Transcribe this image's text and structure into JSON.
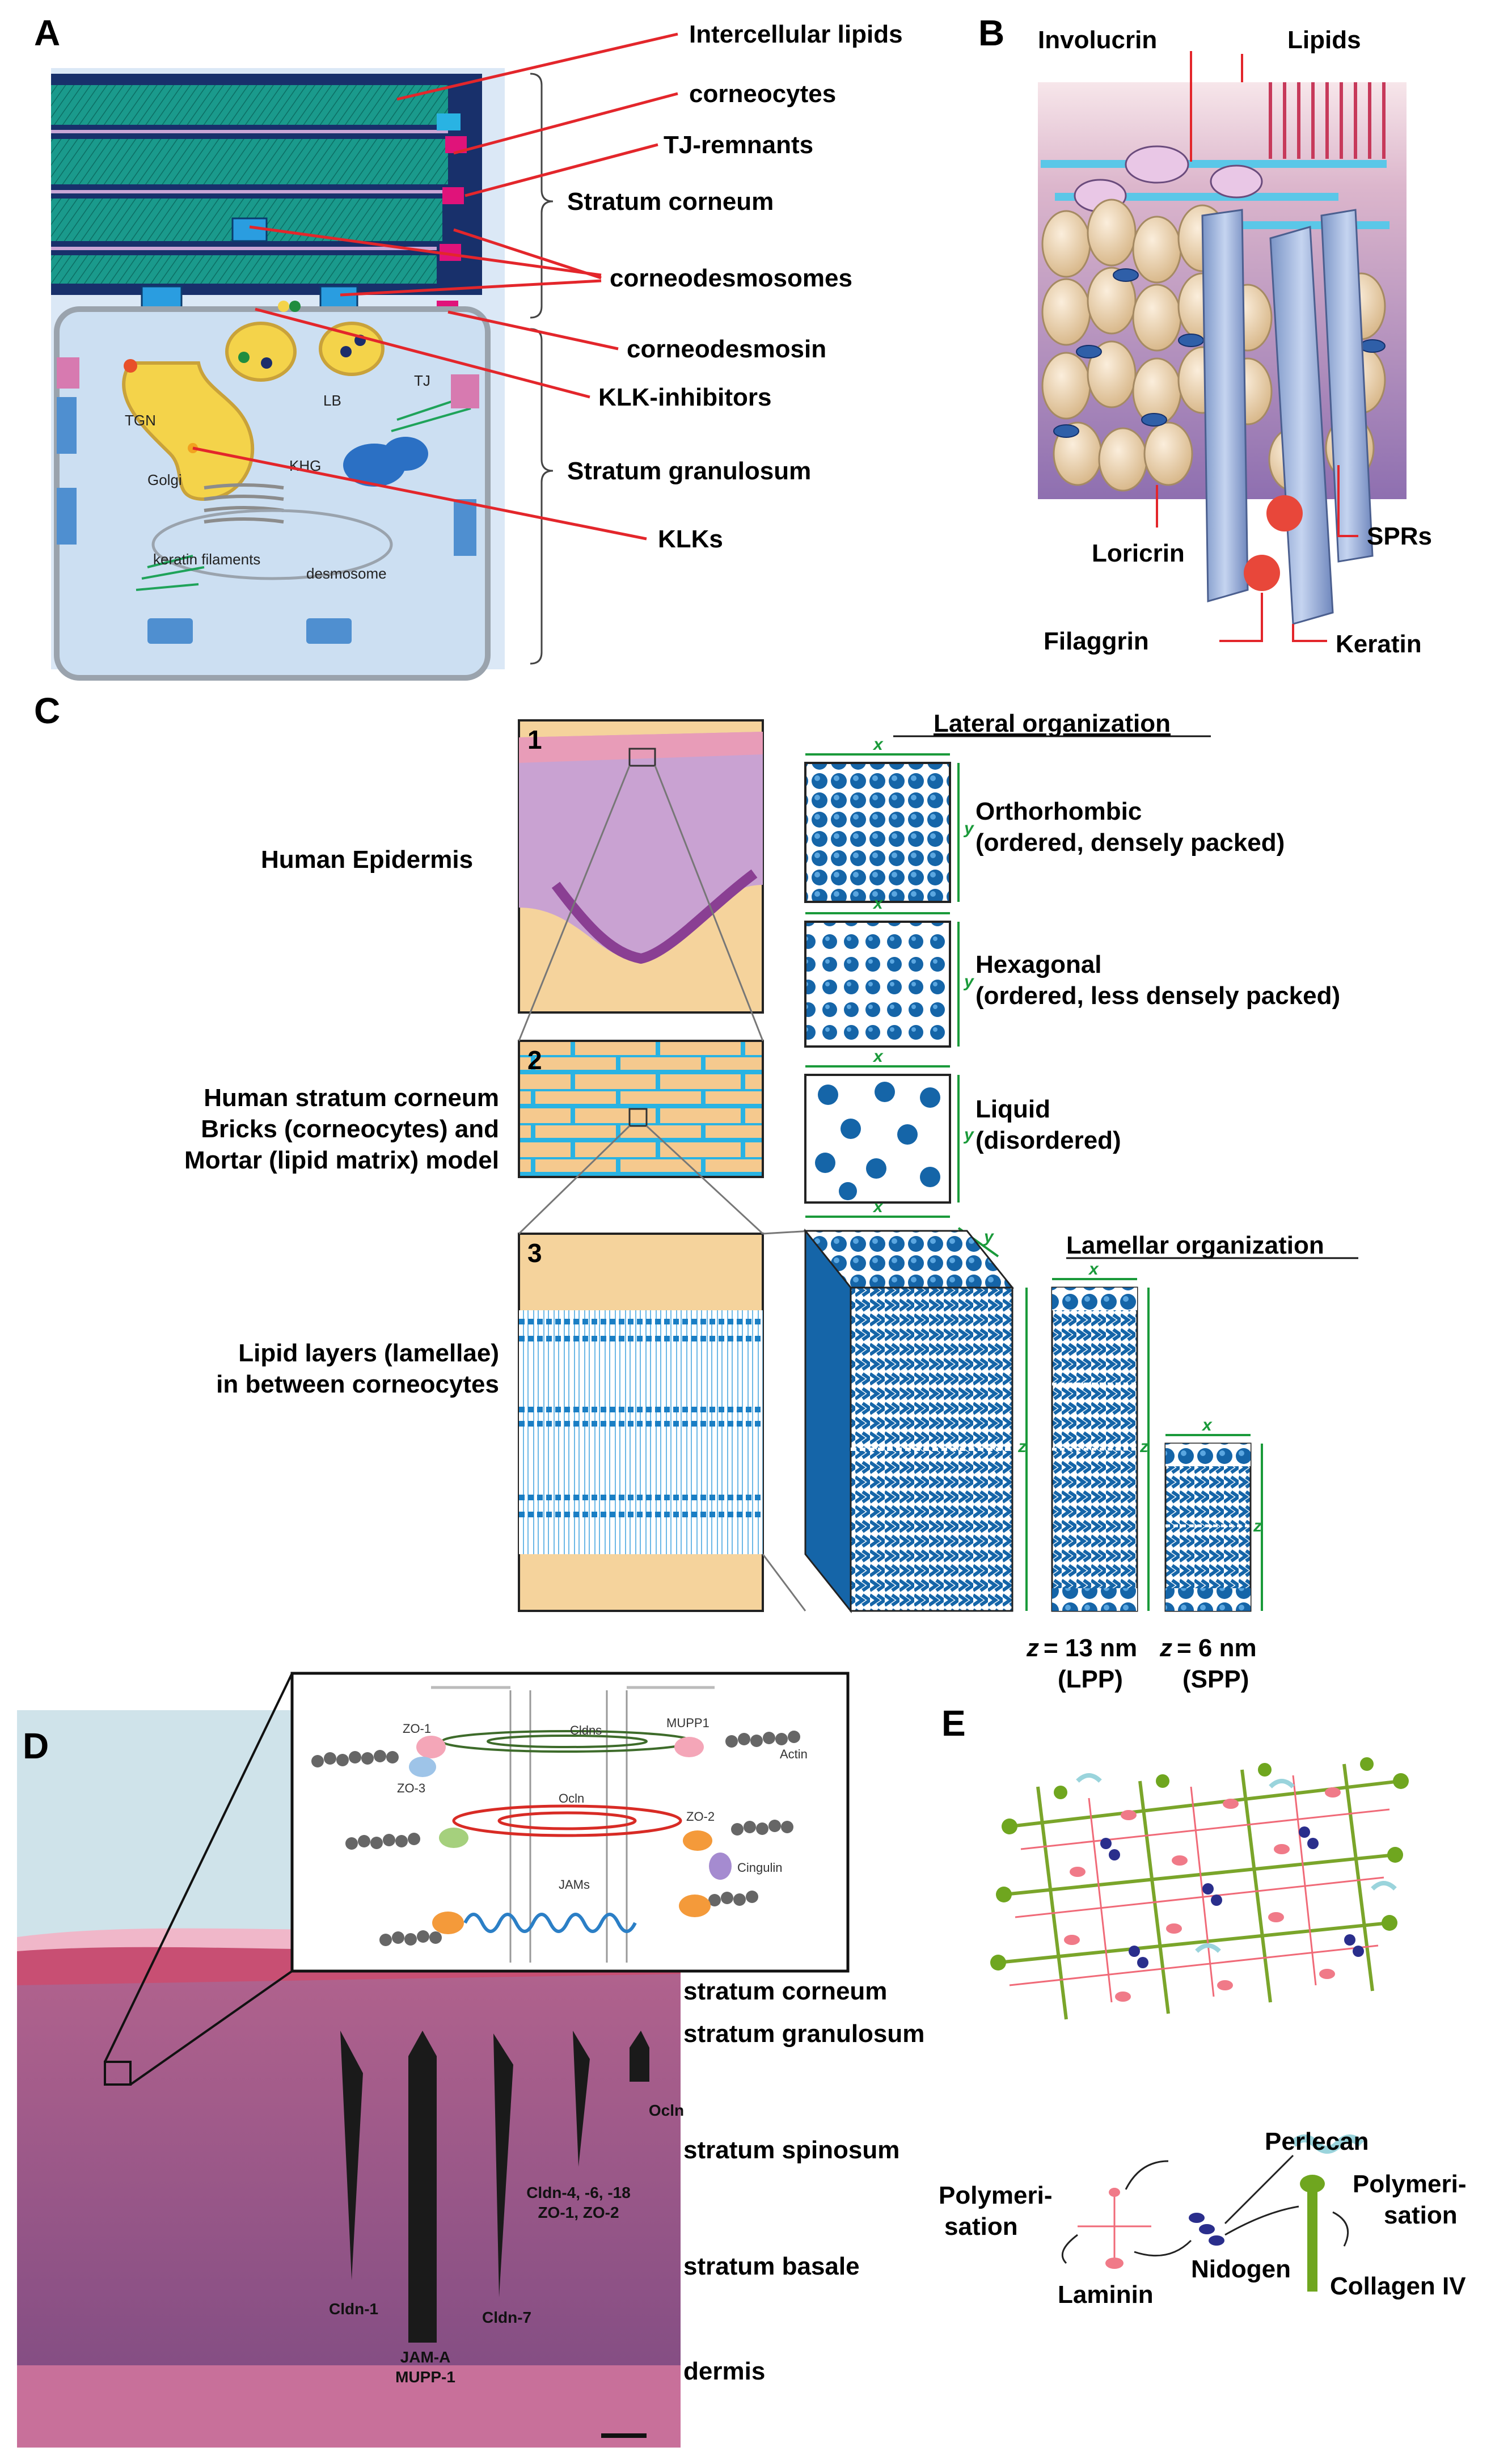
{
  "panels": {
    "a": "A",
    "b": "B",
    "c": "C",
    "d": "D",
    "e": "E"
  },
  "A": {
    "labels": [
      "Intercellular lipids",
      "corneocytes",
      "TJ-remnants",
      "Stratum corneum",
      "corneodesmosomes",
      "corneodesmosin",
      "KLK-inhibitors",
      "Stratum granulosum",
      "KLKs"
    ],
    "cell_labels": [
      "TGN",
      "LB",
      "TJ",
      "Golgi",
      "KHG",
      "keratin filaments",
      "desmosome"
    ]
  },
  "B": {
    "labels": [
      "Involucrin",
      "Lipids",
      "Loricrin",
      "SPRs",
      "Filaggrin",
      "Keratin"
    ]
  },
  "C": {
    "left": [
      "Human Epidermis",
      "Human stratum corneum",
      "Bricks (corneocytes) and",
      "Mortar (lipid matrix) model",
      "Lipid layers (lamellae)",
      "in between corneocytes"
    ],
    "box_nums": [
      "1",
      "2",
      "3"
    ],
    "lateral_title": "Lateral organization",
    "lateral": [
      {
        "name": "Orthorhombic",
        "desc": "(ordered, densely packed)"
      },
      {
        "name": "Hexagonal",
        "desc": "(ordered, less densely packed)"
      },
      {
        "name": "Liquid",
        "desc": "(disordered)"
      }
    ],
    "lamellar_title": "Lamellar organization",
    "axes": {
      "x": "x",
      "y": "y",
      "z": "z"
    },
    "lpp": {
      "z_sym": "z",
      "value": "= 13 nm",
      "name": "(LPP)"
    },
    "spp": {
      "z_sym": "z",
      "value": "= 6 nm",
      "name": "(SPP)"
    }
  },
  "D": {
    "inset": [
      "ZO-1",
      "ZO-3",
      "Cldns",
      "MUPP1",
      "Actin",
      "Ocln",
      "ZO-2",
      "Cingulin",
      "JAMs"
    ],
    "wedges": [
      "Cldn-1",
      "JAM-A",
      "MUPP-1",
      "Cldn-7",
      "Cldn-4, -6, -18",
      "ZO-1, ZO-2",
      "Ocln"
    ],
    "layers": [
      "stratum corneum",
      "stratum granulosum",
      "stratum spinosum",
      "stratum basale",
      "dermis"
    ]
  },
  "E": {
    "labels": [
      "Perlecan",
      "Polymeri-",
      "sation",
      "Polymeri-",
      "sation",
      "Laminin",
      "Nidogen",
      "Collagen IV"
    ]
  }
}
